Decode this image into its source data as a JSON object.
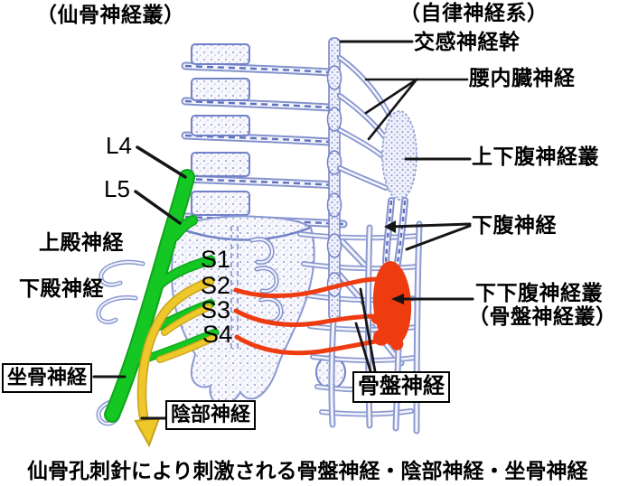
{
  "figure": {
    "title_left": "（仙骨神経叢）",
    "title_right": "（自律神経系）",
    "caption": "仙骨孔刺針により刺激される骨盤神経・陰部神経・坐骨神経"
  },
  "nerve_labels": {
    "sympathetic_trunk": "交感神経幹",
    "lumbar_splanchnic": "腰内臓神経",
    "superior_hypogastric_plexus": "上下腹神経叢",
    "hypogastric_nerve": "下腹神経",
    "inferior_hypogastric_plexus": "下下腹神経叢",
    "inferior_hypogastric_plexus_alias": "（骨盤神経叢）",
    "pelvic_nerve": "骨盤神経",
    "pudendal_nerve": "陰部神経",
    "sciatic_nerve": "坐骨神経",
    "superior_gluteal_nerve": "上殿神経",
    "inferior_gluteal_nerve": "下殿神経"
  },
  "vertebra_labels": {
    "l4": "L4",
    "l5": "L5",
    "s1": "S1",
    "s2": "S2",
    "s3": "S3",
    "s4": "S4"
  },
  "colors": {
    "background": "#ffffff",
    "bone_outline_blue": "#7282c8",
    "sciatic_green": "#14c722",
    "pudendal_yellow": "#eec82a",
    "pelvic_red": "#ee3c10",
    "text": "#000000"
  }
}
